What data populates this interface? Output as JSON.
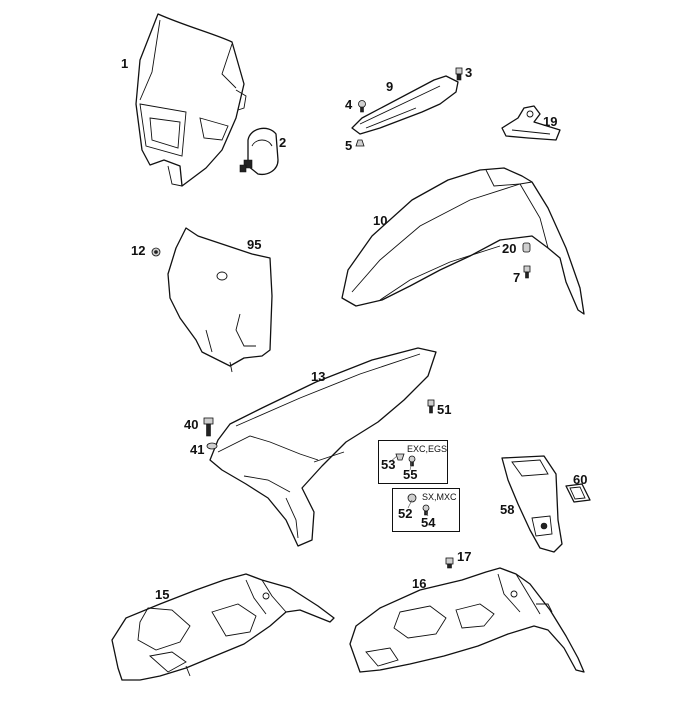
{
  "labels": {
    "p1": "1",
    "p2": "2",
    "p3": "3",
    "p4": "4",
    "p5": "5",
    "p7": "7",
    "p9": "9",
    "p10": "10",
    "p12": "12",
    "p13": "13",
    "p15": "15",
    "p16": "16",
    "p17": "17",
    "p19": "19",
    "p20": "20",
    "p40": "40",
    "p41": "41",
    "p51": "51",
    "p52": "52",
    "p53": "53",
    "p54": "54",
    "p55": "55",
    "p58": "58",
    "p60": "60",
    "p95": "95"
  },
  "variants": {
    "exc_egs": "EXC,EGS",
    "sx_mxc": "SX,MXC"
  }
}
